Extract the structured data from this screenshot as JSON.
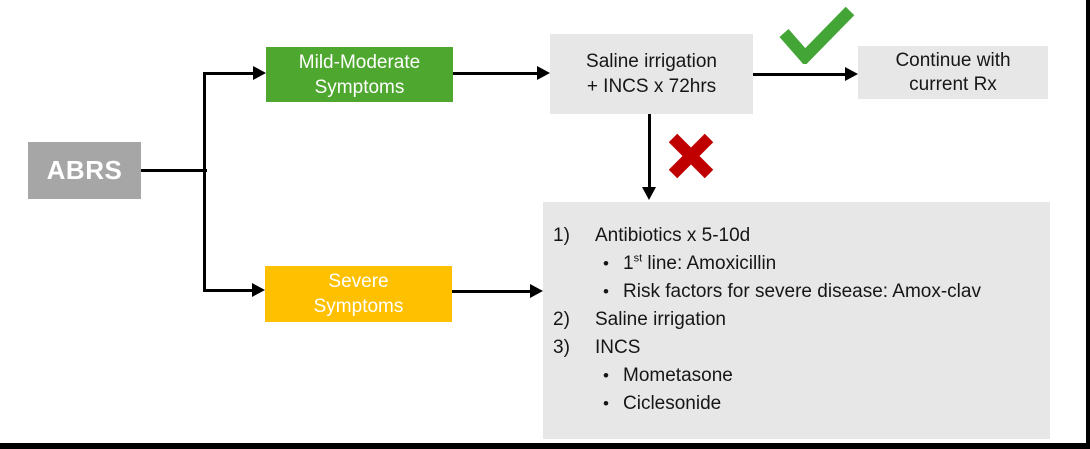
{
  "colors": {
    "abrs_gray": "#a6a6a6",
    "mild_green": "#4ea72e",
    "severe_yellow": "#ffc000",
    "light_gray_box": "#e8e7e7",
    "check_green": "#43a536",
    "x_red": "#c00000",
    "connector_black": "#000000"
  },
  "nodes": {
    "abrs": {
      "label": "ABRS"
    },
    "mild_moderate": {
      "line1": "Mild-Moderate",
      "line2": "Symptoms"
    },
    "severe": {
      "line1": "Severe",
      "line2": "Symptoms"
    },
    "saline_incs": {
      "line1": "Saline irrigation",
      "line2": "+ INCS x 72hrs"
    },
    "continue_rx": {
      "line1": "Continue with",
      "line2": "current Rx"
    }
  },
  "icons": {
    "success": "checkmark-icon",
    "failure": "x-icon"
  },
  "treatment_plan": {
    "items": [
      {
        "marker": "1)",
        "text": "Antibiotics x 5-10d"
      },
      {
        "marker": "•",
        "text_prefix": "1",
        "text_sup": "st",
        "text_rest": " line: Amoxicillin"
      },
      {
        "marker": "•",
        "text": "Risk factors for severe disease: Amox-clav"
      },
      {
        "marker": "2)",
        "text": "Saline irrigation"
      },
      {
        "marker": "3)",
        "text": "INCS"
      },
      {
        "marker": "•",
        "text": "Mometasone"
      },
      {
        "marker": "•",
        "text": "Ciclesonide"
      }
    ]
  }
}
